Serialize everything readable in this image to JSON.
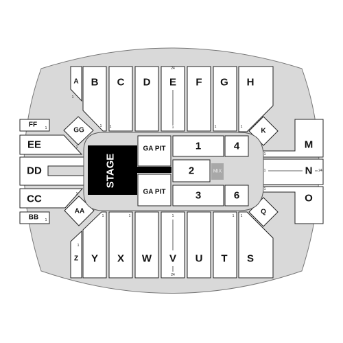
{
  "stage": {
    "label": "STAGE",
    "color": "#000000"
  },
  "mix": {
    "label": "MIX",
    "color": "#a8a8a8"
  },
  "arena_color": "#d9d9d9",
  "ga_pit": {
    "left_top": "GA PIT",
    "left_bottom": "GA PIT"
  },
  "floor_sections": [
    "1",
    "2",
    "3",
    "4",
    "6"
  ],
  "upper_sections": {
    "A": "A",
    "B": "B",
    "C": "C",
    "D": "D",
    "E": "E",
    "F": "F",
    "G": "G",
    "H": "H",
    "FF": "FF",
    "GG": "GG",
    "EE": "EE",
    "DD": "DD",
    "CC": "CC",
    "AA": "AA",
    "BB": "BB",
    "K": "K",
    "M": "M",
    "N": "N",
    "O": "O",
    "Q": "Q",
    "Z": "Z",
    "Y": "Y",
    "X": "X",
    "W": "W",
    "V": "V",
    "U": "U",
    "T": "T",
    "S": "S"
  },
  "row_numbers": {
    "first": "1",
    "last": "24"
  }
}
